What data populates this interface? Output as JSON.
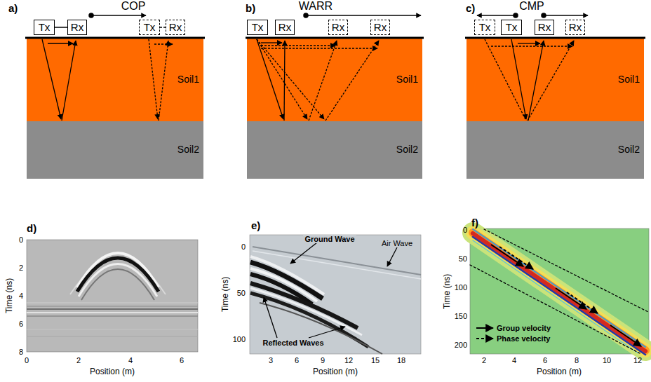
{
  "diagram": {
    "nodes": [
      {
        "text": [
          "Tx"
        ]
      },
      {
        "text": [
          "Rx"
        ]
      },
      {
        "text": [
          "Tx"
        ]
      },
      {
        "text": [
          "Rx"
        ]
      },
      {
        "text": [
          "Soil1"
        ]
      },
      {
        "text": [
          "Soil2"
        ]
      },
      {
        "text": [
          "Tx"
        ]
      },
      {
        "text": [
          "Rx"
        ]
      },
      {
        "text": [
          "Rx"
        ]
      },
      {
        "text": [
          "Rx"
        ]
      },
      {
        "text": [
          "Soil1"
        ]
      },
      {
        "text": [
          "Soil2"
        ]
      },
      {
        "text": [
          "Tx"
        ]
      },
      {
        "text": [
          "Tx"
        ]
      },
      {
        "text": [
          "Rx"
        ]
      },
      {
        "text": [
          "Rx"
        ]
      },
      {
        "text": [
          "Soil1"
        ]
      },
      {
        "text": [
          "Soil2"
        ]
      }
    ],
    "edges": [
      {
        "from": 0,
        "to": 1,
        "arrow": "none"
      },
      {
        "from": 2,
        "to": 3,
        "arrow": "none"
      }
    ],
    "labels": [
      "a)",
      "COP",
      "b)",
      "WARR",
      "c)",
      "CMP",
      "d)",
      "0",
      "2",
      "4",
      "6",
      "8",
      "Time (ns)",
      "0",
      "2",
      "4",
      "6",
      "Position (m)",
      "e)",
      "0",
      "50",
      "100",
      "Time (ns)",
      "3",
      "6",
      "9",
      "12",
      "15",
      "18",
      "Position (m)",
      "Ground Wave",
      "Air Wave",
      "Reflected Waves",
      "f)",
      "0",
      "50",
      "100",
      "150",
      "200",
      "Time (ns)",
      "2",
      "4",
      "6",
      "8",
      "10",
      "12",
      "Position (m)"
    ],
    "legend": [
      {
        "text": "Group velocity"
      },
      {
        "text": "Phase velocity"
      }
    ]
  }
}
